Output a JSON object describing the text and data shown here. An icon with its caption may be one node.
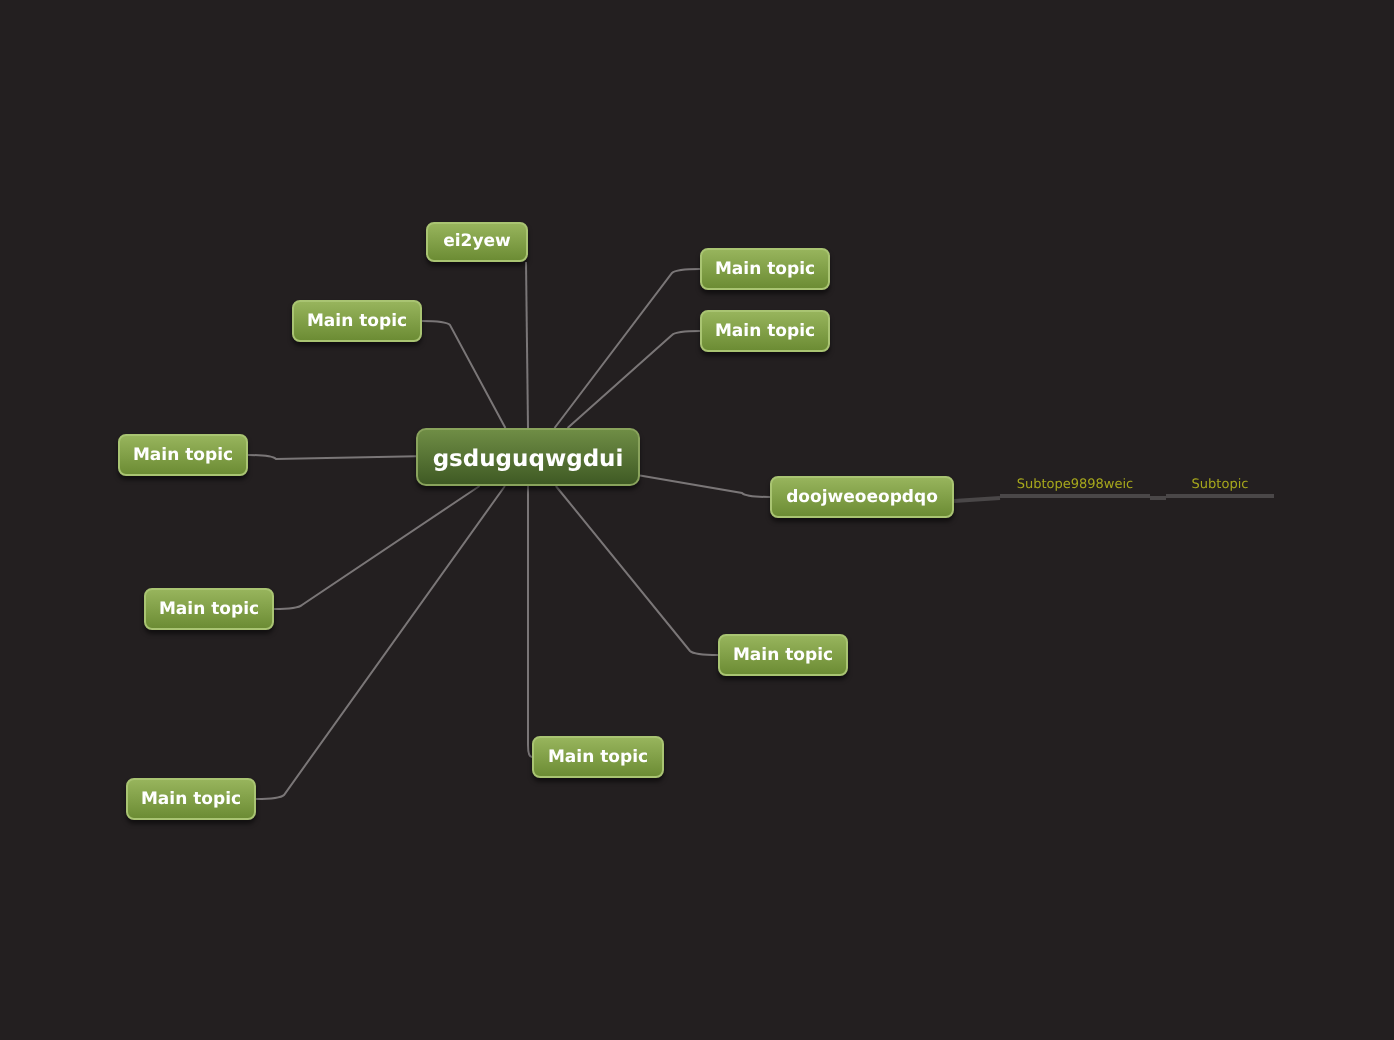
{
  "diagram": {
    "nodes": [
      {
        "text": [
          "gsduguqwgdui"
        ]
      },
      {
        "text": [
          "ei2yew"
        ]
      },
      {
        "text": [
          "Main topic"
        ]
      },
      {
        "text": [
          "Main topic"
        ]
      },
      {
        "text": [
          "Main topic"
        ]
      },
      {
        "text": [
          "Main topic"
        ]
      },
      {
        "text": [
          "doojweoeopdqo"
        ]
      },
      {
        "text": [
          "Subtope9898weic"
        ]
      },
      {
        "text": [
          "Subtopic"
        ]
      },
      {
        "text": [
          "Main topic"
        ]
      },
      {
        "text": [
          "Main topic"
        ]
      },
      {
        "text": [
          "Main topic"
        ]
      },
      {
        "text": [
          "Main topic"
        ]
      }
    ],
    "edges": [
      {
        "from": 0,
        "to": 1,
        "arrow": "none"
      },
      {
        "from": 0,
        "to": 2,
        "arrow": "none"
      },
      {
        "from": 0,
        "to": 3,
        "arrow": "none"
      },
      {
        "from": 0,
        "to": 4,
        "arrow": "none"
      },
      {
        "from": 0,
        "to": 5,
        "arrow": "none"
      },
      {
        "from": 0,
        "to": 6,
        "arrow": "none"
      },
      {
        "from": 6,
        "to": 7,
        "arrow": "none"
      },
      {
        "from": 7,
        "to": 8,
        "arrow": "none"
      },
      {
        "from": 0,
        "to": 9,
        "arrow": "none"
      },
      {
        "from": 0,
        "to": 10,
        "arrow": "none"
      },
      {
        "from": 0,
        "to": 11,
        "arrow": "none"
      },
      {
        "from": 0,
        "to": 12,
        "arrow": "none"
      }
    ]
  }
}
